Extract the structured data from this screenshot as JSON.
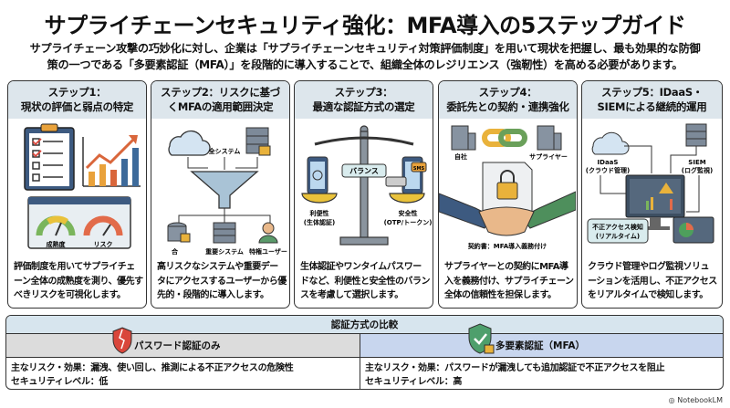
{
  "title": "サプライチェーンセキュリティ強化：MFA導入の5ステップガイド",
  "subtitle": [
    "サプライチェーン攻撃の巧妙化に対し、企業は「サプライチェーンセキュリティ対策評価制度」を用いて現状を把握し、最も効果的な防御",
    "策の一つである「多要素認証（MFA）」を段階的に導入することで、組織全体のレジリエンス（強靭性）を高める必要があります。"
  ],
  "steps": [
    {
      "title": [
        "ステップ1：",
        "現状の評価と弱点の特定"
      ],
      "labels": [
        "成熟度",
        "リスク"
      ],
      "text": "評価制度を用いてサプライチェーン全体の成熟度を測り、優先すべきリスクを可視化します。"
    },
    {
      "title": [
        "ステップ2：リスクに基づ",
        "くMFAの適用範囲決定"
      ],
      "labels": [
        "全システム",
        "合",
        "重要システム",
        "特権ユーザー"
      ],
      "text": "高リスクなシステムや重要データにアクセスするユーザーから優先的・段階的に導入します。"
    },
    {
      "title": [
        "ステップ3：",
        "最適な認証方式の選定"
      ],
      "labels": [
        "バランス",
        "利便性",
        "(生体認証)",
        "安全性",
        "(OTP/トークン)",
        "SMS"
      ],
      "text": "生体認証やワンタイムパスワードなど、利便性と安全性のバランスを考慮して選択します。"
    },
    {
      "title": [
        "ステップ4：",
        "委託先との契約・連携強化"
      ],
      "labels": [
        "自社",
        "サプライヤー",
        "契約書：MFA導入義務付け"
      ],
      "text": "サプライヤーとの契約にMFA導入を義務付け、サプライチェーン全体の信頼性を担保します。"
    },
    {
      "title": [
        "ステップ5：IDaaS・",
        "SIEMによる継続的運用"
      ],
      "labels": [
        "IDaaS",
        "(クラウド管理)",
        "SIEM",
        "(ログ監視)",
        "不正アクセス検知",
        "(リアルタイム)"
      ],
      "text": "クラウド管理やログ監視ソリューションを活用し、不正アクセスをリアルタイムで検知します。"
    }
  ],
  "comparison": {
    "title": "認証方式の比較",
    "left": {
      "header": "パスワード認証のみ",
      "risk": "主なリスク・効果：漏洩、使い回し、推測による不正アクセスの危険性",
      "level": "セキュリティレベル：低"
    },
    "right": {
      "header": "多要素認証（MFA）",
      "risk": "主なリスク・効果：パスワードが漏洩しても追加認証で不正アクセスを阻止",
      "level": "セキュリティレベル：高"
    }
  },
  "brand": "NotebookLM"
}
